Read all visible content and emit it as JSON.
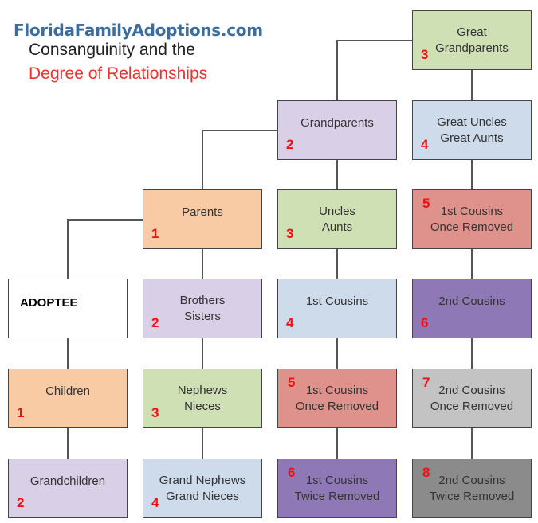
{
  "header": {
    "site": "FloridaFamilyAdoptions.com",
    "title_line1": "Consanguinity and the",
    "title_line2": "Degree of Relationships"
  },
  "boxes": [
    {
      "id": "great-grandparents",
      "col": 3,
      "row": 0,
      "label": "Great\nGrandparents",
      "degree": "3",
      "num_pos": "bl",
      "color": "#cfe0b4"
    },
    {
      "id": "grandparents",
      "col": 2,
      "row": 1,
      "label": "Grandparents",
      "degree": "2",
      "num_pos": "bl",
      "color": "#d9cfe6"
    },
    {
      "id": "great-uncles-aunts",
      "col": 3,
      "row": 1,
      "label": "Great Uncles\nGreat Aunts",
      "degree": "4",
      "num_pos": "bl",
      "color": "#cddbeb"
    },
    {
      "id": "parents",
      "col": 1,
      "row": 2,
      "label": "Parents",
      "degree": "1",
      "num_pos": "bl",
      "color": "#f9cba5"
    },
    {
      "id": "uncles-aunts",
      "col": 2,
      "row": 2,
      "label": "Uncles\nAunts",
      "degree": "3",
      "num_pos": "bl",
      "color": "#cfe0b4"
    },
    {
      "id": "first-cousins-once-removed-up",
      "col": 3,
      "row": 2,
      "label": "1st Cousins\nOnce Removed",
      "degree": "5",
      "num_pos": "tl",
      "color": "#df928b"
    },
    {
      "id": "adoptee",
      "col": 0,
      "row": 3,
      "label": "ADOPTEE",
      "degree": "",
      "num_pos": "bl",
      "color": "#ffffff",
      "bold": true
    },
    {
      "id": "brothers-sisters",
      "col": 1,
      "row": 3,
      "label": "Brothers\nSisters",
      "degree": "2",
      "num_pos": "bl",
      "color": "#d9cfe6"
    },
    {
      "id": "first-cousins",
      "col": 2,
      "row": 3,
      "label": "1st Cousins",
      "degree": "4",
      "num_pos": "bl",
      "color": "#cddbeb"
    },
    {
      "id": "second-cousins",
      "col": 3,
      "row": 3,
      "label": "2nd Cousins",
      "degree": "6",
      "num_pos": "bl",
      "color": "#8e78b5"
    },
    {
      "id": "children",
      "col": 0,
      "row": 4,
      "label": "Children",
      "degree": "1",
      "num_pos": "bl",
      "color": "#f9cba5"
    },
    {
      "id": "nephews-nieces",
      "col": 1,
      "row": 4,
      "label": "Nephews\nNieces",
      "degree": "3",
      "num_pos": "bl",
      "color": "#cfe0b4"
    },
    {
      "id": "first-cousins-once-removed",
      "col": 2,
      "row": 4,
      "label": "1st Cousins\nOnce Removed",
      "degree": "5",
      "num_pos": "tl",
      "color": "#df928b"
    },
    {
      "id": "second-cousins-once-removed",
      "col": 3,
      "row": 4,
      "label": "2nd Cousins\nOnce Removed",
      "degree": "7",
      "num_pos": "tl",
      "color": "#c3c3c3"
    },
    {
      "id": "grandchildren",
      "col": 0,
      "row": 5,
      "label": "Grandchildren",
      "degree": "2",
      "num_pos": "bl",
      "color": "#d9cfe6"
    },
    {
      "id": "grand-nephews-nieces",
      "col": 1,
      "row": 5,
      "label": "Grand Nephews\nGrand Nieces",
      "degree": "4",
      "num_pos": "bl",
      "color": "#cddbeb"
    },
    {
      "id": "first-cousins-twice-removed",
      "col": 2,
      "row": 5,
      "label": "1st Cousins\nTwice Removed",
      "degree": "6",
      "num_pos": "tl",
      "color": "#8e78b5"
    },
    {
      "id": "second-cousins-twice-removed",
      "col": 3,
      "row": 5,
      "label": "2nd Cousins\nTwice Removed",
      "degree": "8",
      "num_pos": "tl",
      "color": "#8b8b8b"
    }
  ]
}
